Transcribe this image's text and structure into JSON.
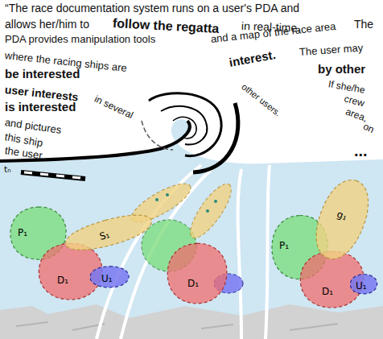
{
  "diagram": {
    "nodes": [
      {
        "text": [
          "P₁"
        ]
      },
      {
        "text": [
          "D₁"
        ]
      },
      {
        "text": [
          "U₁"
        ]
      },
      {
        "text": [
          "S₁"
        ]
      },
      {
        "text": [
          "D₁"
        ]
      },
      {
        "text": [
          "P₁"
        ]
      },
      {
        "text": [
          "D₁"
        ]
      },
      {
        "text": [
          "U₁"
        ]
      },
      {
        "text": [
          "g₁"
        ]
      }
    ],
    "labels": [
      "“The race documentation system runs on a user's PDA and",
      "allows her/him to",
      "follow the regatta",
      "in real-time.",
      "The",
      "PDA provides manipulation tools",
      "and a map of the race area",
      "where the racing ships are",
      "The user may",
      "interest.",
      "by other",
      "be interested",
      "If she/he",
      "user interests",
      "crew",
      "is interested",
      "area,",
      "and pictures",
      "on",
      "this ship",
      "other users.",
      "the user",
      "...",
      "tₙ",
      "in several"
    ]
  }
}
